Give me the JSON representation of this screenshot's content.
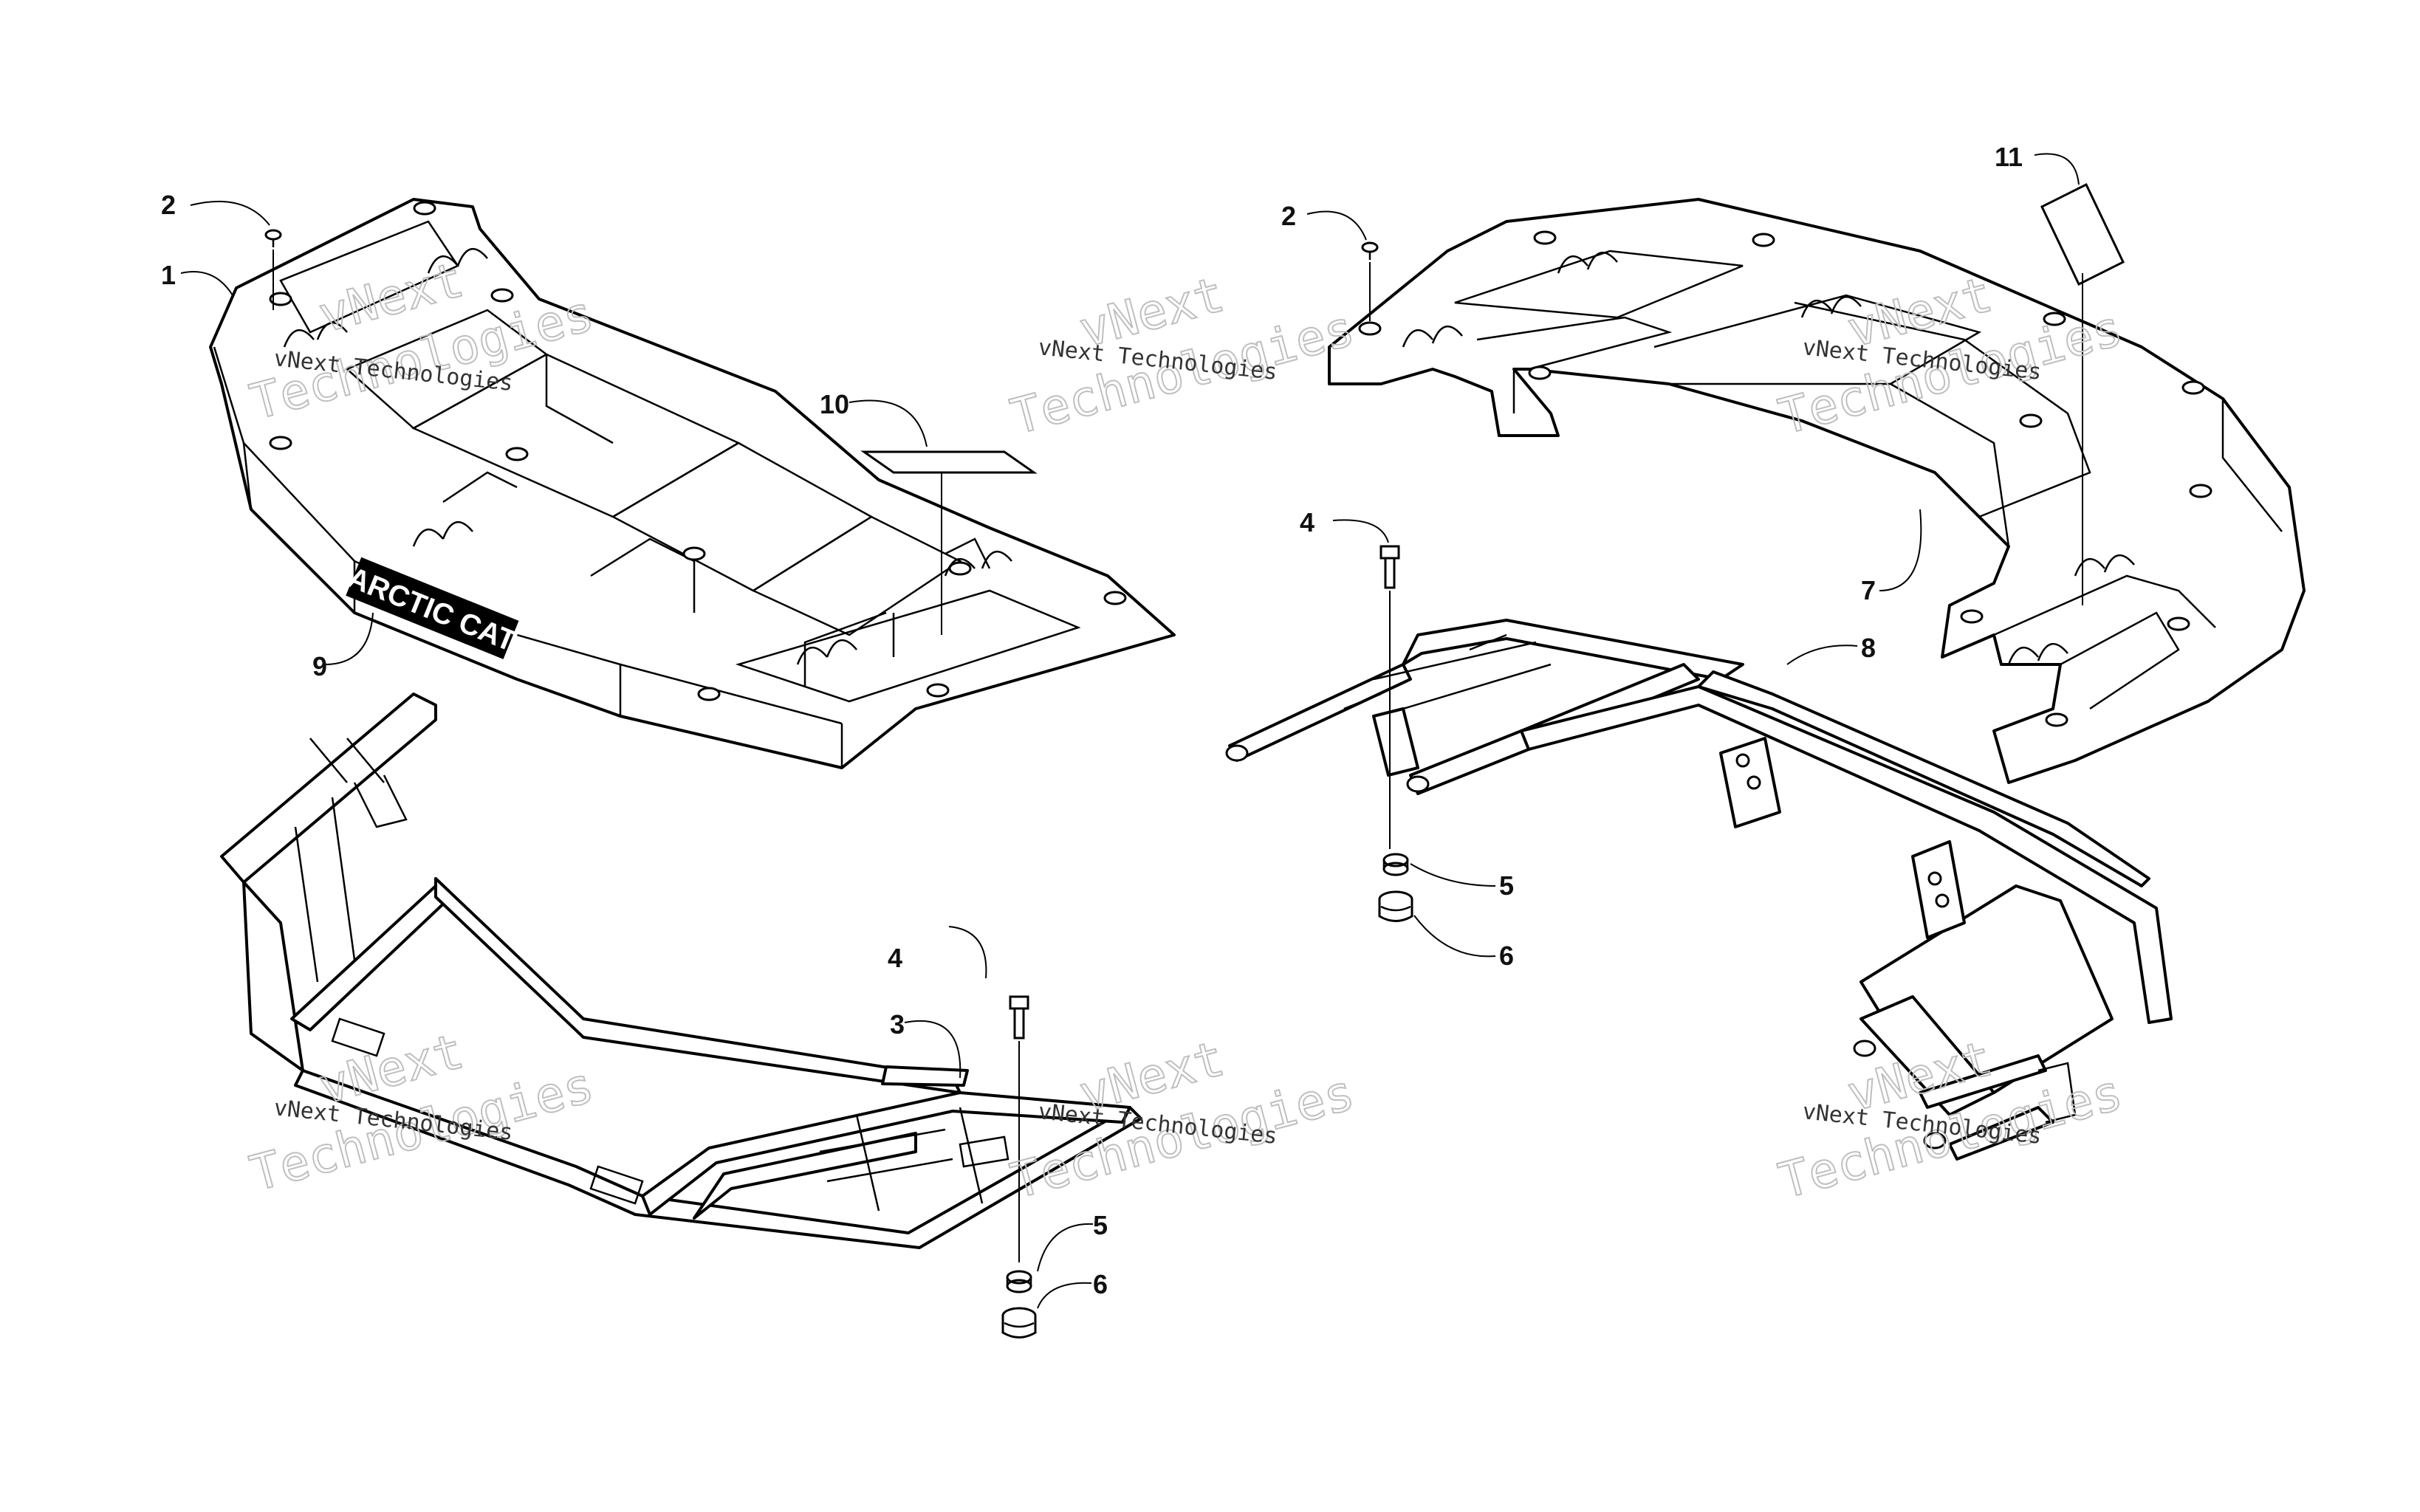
{
  "diagram": {
    "callouts": {
      "c1": "1",
      "c2_left": "2",
      "c2_right": "2",
      "c3": "3",
      "c4_left": "4",
      "c4_right": "4",
      "c5_left": "5",
      "c5_right": "5",
      "c6_left": "6",
      "c6_right": "6",
      "c7": "7",
      "c8": "8",
      "c9": "9",
      "c10": "10",
      "c11": "11"
    },
    "decal_text": "ARCTIC CAT",
    "watermarks": [
      {
        "line1": "vNext",
        "line2": "vNext Technologies",
        "line3": "Technologies"
      },
      {
        "line1": "vNext",
        "line2": "vNext Technologies",
        "line3": "Technologies"
      },
      {
        "line1": "vNext",
        "line2": "vNext Technologies",
        "line3": "Technologies"
      },
      {
        "line1": "vNext",
        "line2": "vNext Technologies",
        "line3": "Technologies"
      },
      {
        "line1": "vNext",
        "line2": "vNext Technologies",
        "line3": "Technologies"
      },
      {
        "line1": "vNext",
        "line2": "vNext Technologies",
        "line3": "Technologies"
      }
    ]
  }
}
